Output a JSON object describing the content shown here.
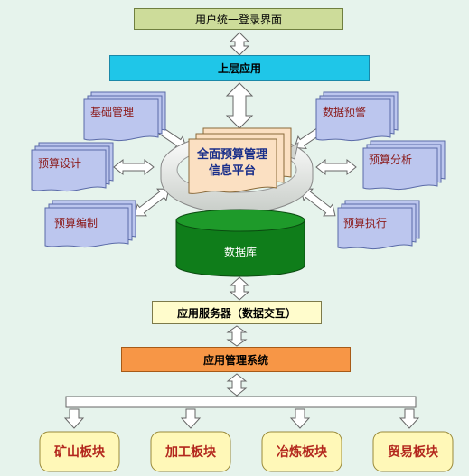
{
  "title": "用户统一登录界面",
  "upper_layer": "上层应用",
  "center_platform": {
    "line1": "全面预算管理",
    "line2": "信息平台"
  },
  "modules": {
    "basic_management": "基础管理",
    "budget_design": "预算设计",
    "budget_compilation": "预算编制",
    "data_warning": "数据预警",
    "budget_analysis": "预算分析",
    "budget_execution": "预算执行"
  },
  "database": "数据库",
  "app_server": "应用服务器（数据交互）",
  "app_management_system": "应用管理系统",
  "segments": [
    "矿山板块",
    "加工板块",
    "冶炼板块",
    "贸易板块"
  ],
  "colors": {
    "background": "#e6f3ec",
    "title_box": "#cddc9a",
    "upper_layer": "#1fc6e8",
    "platform_doc": "#fbe0c2",
    "module_doc": "#bcc6ee",
    "database": "#0f7d1a",
    "app_server": "#fffccc",
    "management_system": "#f79646",
    "segment_box": "#fff8b8",
    "module_text": "#8b1a1a",
    "segment_text": "#b3271d"
  }
}
